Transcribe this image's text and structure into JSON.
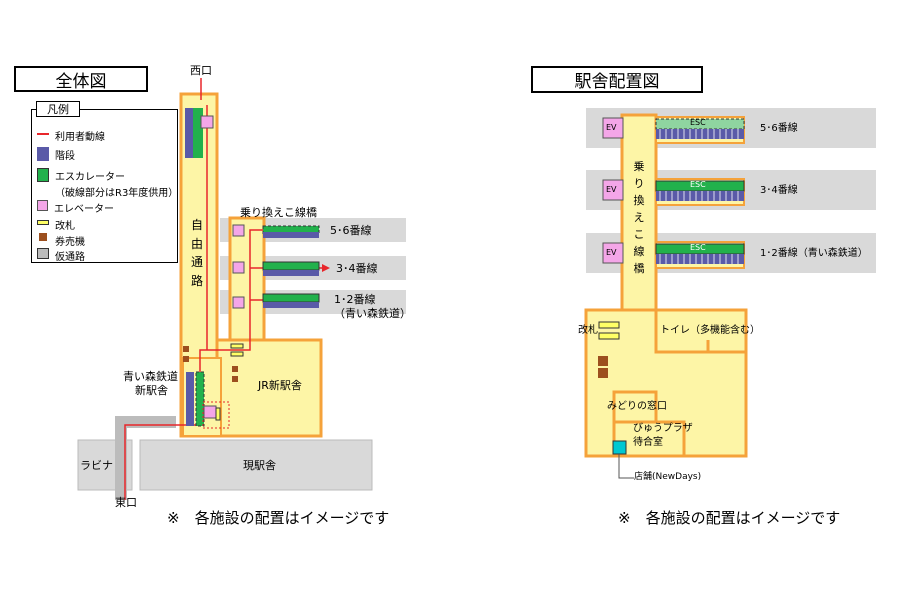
{
  "left": {
    "title": "全体図",
    "legend": {
      "title": "凡例",
      "items": [
        {
          "label": "利用者動線",
          "icon": "red-route-line"
        },
        {
          "label": "階段",
          "icon": "stairs-swatch"
        },
        {
          "label": "エスカレーター",
          "sub": "（破線部分はR3年度供用）",
          "icon": "escalator-swatch"
        },
        {
          "label": "エレベーター",
          "icon": "elevator-swatch"
        },
        {
          "label": "改札",
          "icon": "ticket-gate-swatch"
        },
        {
          "label": "券売機",
          "icon": "ticket-machine-swatch"
        },
        {
          "label": "仮通路",
          "icon": "temporary-passage-swatch"
        }
      ]
    },
    "labels": {
      "west_exit": "西口",
      "east_exit": "東口",
      "free_passage": "自由通路",
      "transfer_bridge": "乗り換えこ線橋",
      "platform_56": "5･6番線",
      "platform_34": "3･4番線",
      "platform_12": "1･2番線",
      "platform_12_sub": "（青い森鉄道）",
      "aoimori_new": "青い森鉄道",
      "aoimori_new2": "新駅舎",
      "jr_new": "JR新駅舎",
      "current_station": "現駅舎",
      "labina": "ラビナ"
    },
    "note": "※　各施設の配置はイメージです"
  },
  "right": {
    "title": "駅舎配置図",
    "labels": {
      "ev": "EV",
      "esc": "ESC",
      "platform_56": "5･6番線",
      "platform_34": "3･4番線",
      "platform_12": "1･2番線（青い森鉄道）",
      "transfer_bridge": "乗り換えこ線橋",
      "ticket_gate": "改札",
      "toilet": "トイレ（多機能含む）",
      "midori": "みどりの窓口",
      "view_plaza": "びゅうプラザ",
      "waiting_room": "待合室",
      "shop": "店舗(NewDays)"
    },
    "note": "※　各施設の配置はイメージです"
  },
  "colors": {
    "concourse_fill": "#fdf5a6",
    "concourse_border": "#f5a23a",
    "platform_gray": "#d9d9d9",
    "route_red": "#e8262b",
    "stairs": "#5a5aa8",
    "escalator": "#22b14c",
    "elevator": "#f4a6e8",
    "gate": "#ffff66",
    "ticket_machine": "#9c4f1e",
    "temp_passage": "#bcbcbc",
    "shop": "#00c8d2"
  }
}
